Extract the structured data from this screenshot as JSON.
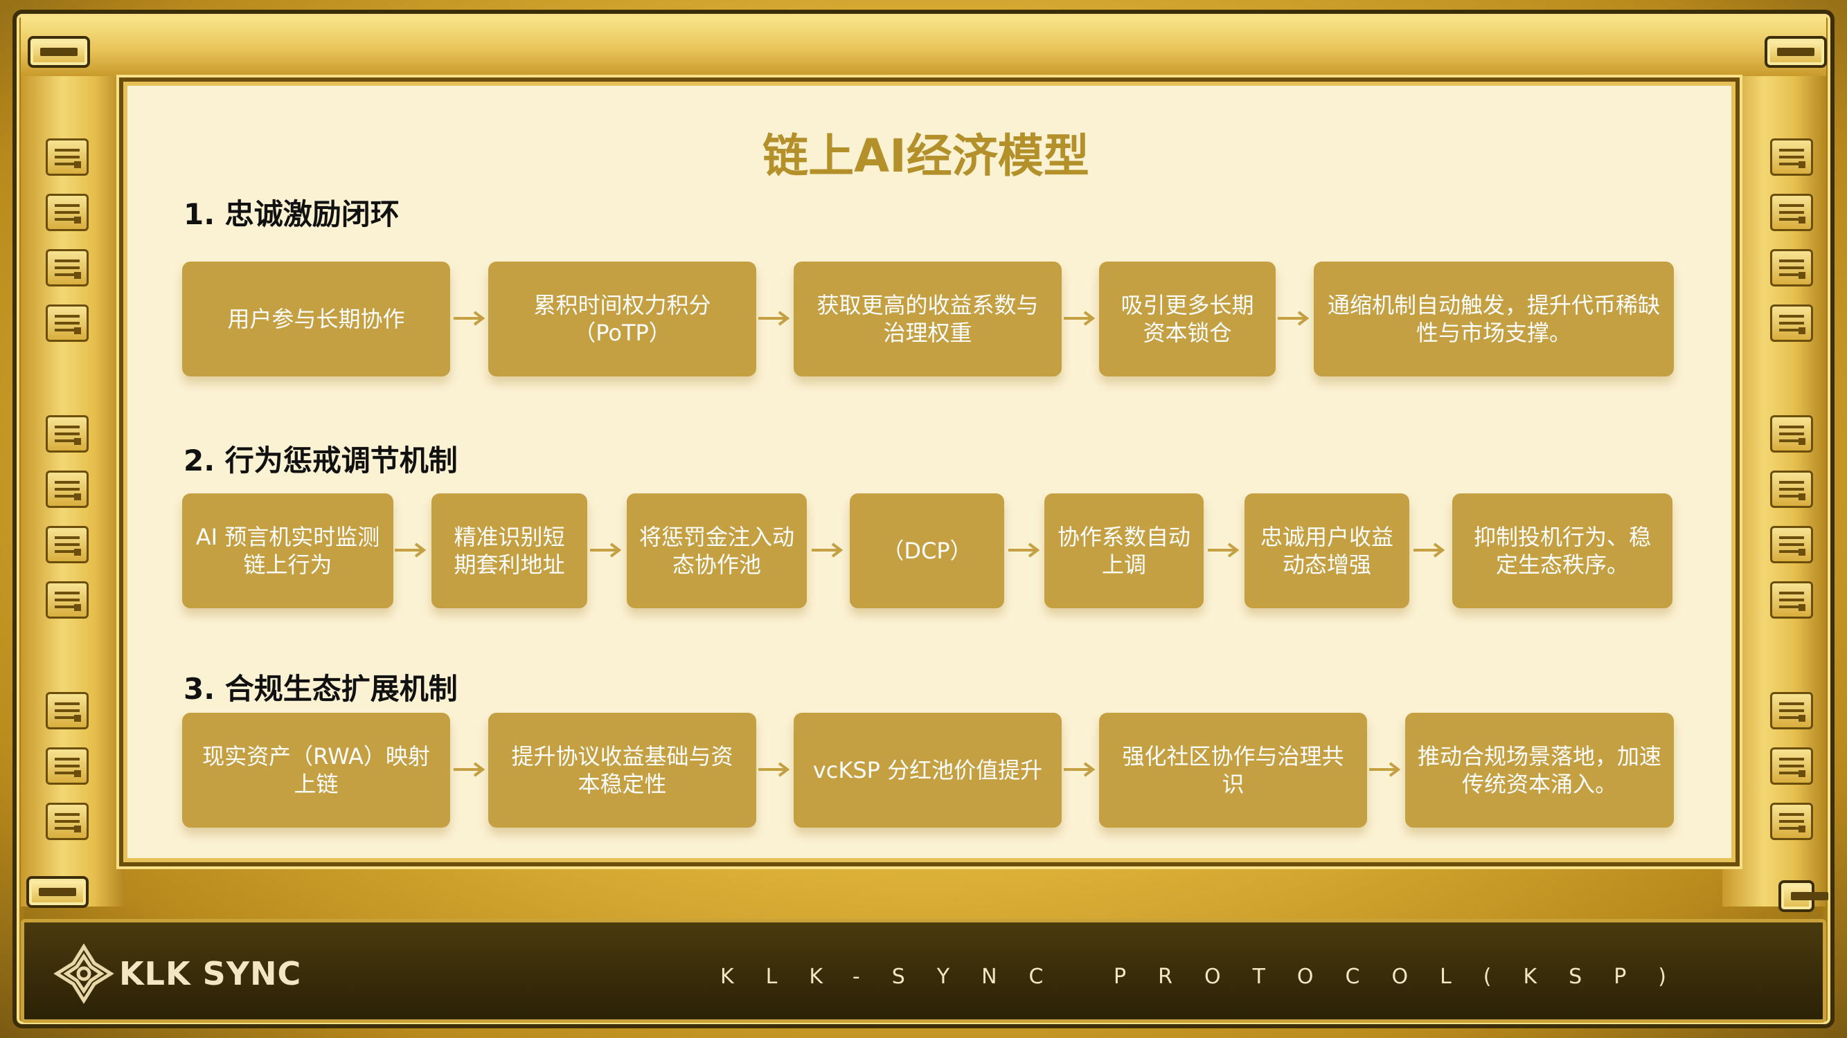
{
  "title": "链上AI经济模型",
  "sections": [
    {
      "heading": "1. 忠诚激励闭环",
      "steps": [
        "用户参与长期协作",
        "累积时间权力积分（PoTP）",
        "获取更高的收益系数与治理权重",
        "吸引更多长期资本锁仓",
        "通缩机制自动触发，提升代币稀缺性与市场支撑。"
      ]
    },
    {
      "heading": "2. 行为惩戒调节机制",
      "steps": [
        "AI 预言机实时监测链上行为",
        "精准识别短期套利地址",
        "将惩罚金注入动态协作池",
        "（DCP）",
        "协作系数自动上调",
        "忠诚用户收益动态增强",
        "抑制投机行为、稳定生态秩序。"
      ]
    },
    {
      "heading": "3. 合规生态扩展机制",
      "steps": [
        "现实资产（RWA）映射上链",
        "提升协议收益基础与资本稳定性",
        "vcKSP 分红池价值提升",
        "强化社区协作与治理共识",
        "推动合规场景落地，加速传统资本涌入。"
      ]
    }
  ],
  "footer": {
    "brand": "KLK SYNC",
    "protocol": "KLK-SYNC PROTOCOL(KSP)"
  },
  "colors": {
    "box": "#c5a042",
    "title": "#b4902a",
    "panel": "#fbf2d4",
    "arrow": "#c5a042"
  }
}
